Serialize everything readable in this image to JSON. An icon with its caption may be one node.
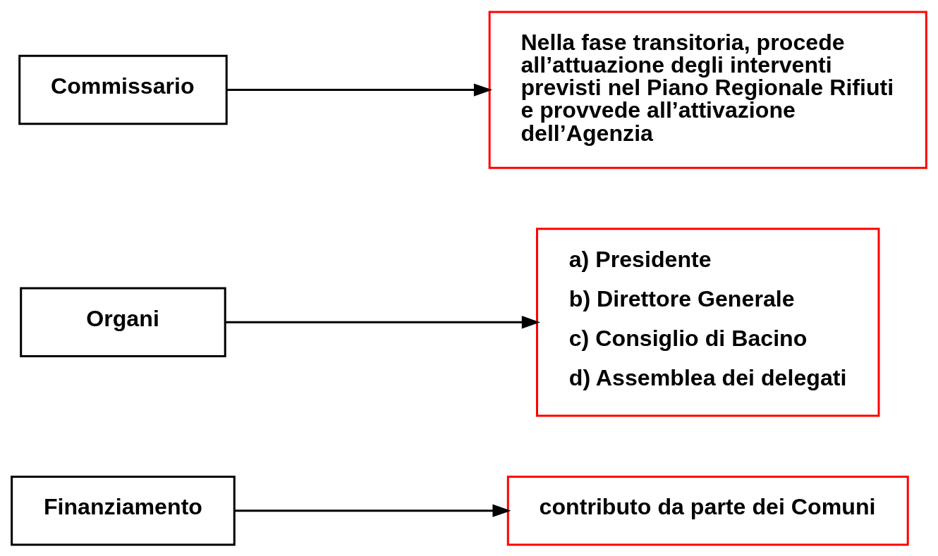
{
  "diagram": {
    "nodes": [
      {
        "text": [
          "Finanziamento"
        ]
      },
      {
        "text": [
          "contributo da parte dei Comuni"
        ]
      },
      {
        "text": [
          "Organi"
        ]
      },
      {
        "text": [
          "a) Presidente",
          "b) Direttore Generale",
          "c) Consiglio di Bacino",
          "d) Assemblea dei delegati"
        ]
      },
      {
        "text": [
          "Commissario"
        ]
      },
      {
        "text": [
          "Nella fase transitoria, procede all’attuazione degli interventi previsti nel Piano Regionale Rifiuti e provvede all’attivazione dell’Agenzia"
        ]
      }
    ],
    "edges": [
      {
        "from": 0,
        "to": 1,
        "arrow": "to"
      },
      {
        "from": 2,
        "to": 3,
        "arrow": "to"
      },
      {
        "from": 4,
        "to": 5,
        "arrow": "to"
      }
    ]
  }
}
